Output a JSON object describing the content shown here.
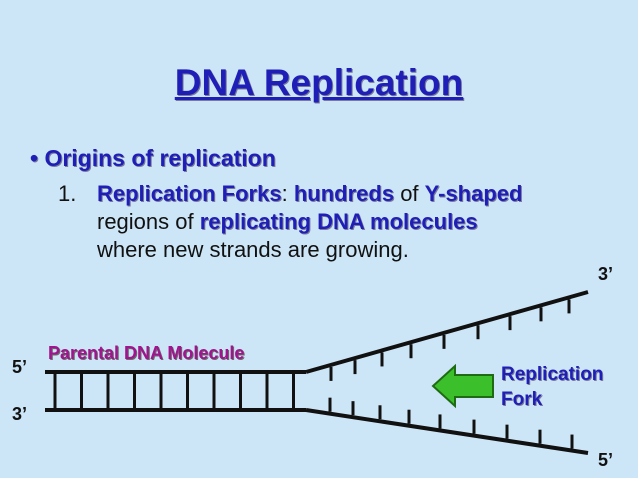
{
  "slide": {
    "title": "DNA Replication",
    "bullet": {
      "symbol": "•",
      "text": "Origins of replication"
    },
    "item": {
      "number": "1.",
      "term": "Replication Forks",
      "colon": ":",
      "hundreds": "hundreds",
      "of": " of ",
      "yshaped": "Y-shaped",
      "line2_start": "regions of ",
      "replicating": "replicating DNA molecules",
      "line3": "where new strands are growing."
    }
  },
  "diagram": {
    "parental_label": "Parental DNA Molecule",
    "fork_label_line1": "Replication",
    "fork_label_line2": "Fork",
    "ends": {
      "top_left": "5’",
      "bottom_left": "3’",
      "top_right": "3’",
      "bottom_right": "5’"
    },
    "arrow_color": "#3bbf2a",
    "strand_color": "#111111"
  }
}
